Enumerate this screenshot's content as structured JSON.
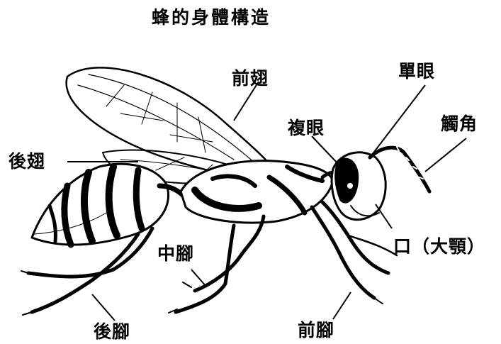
{
  "title": "蜂的身體構造",
  "labels": {
    "forewing": "前翅",
    "hindwing": "後翅",
    "ocellus": "單眼",
    "compound_eye": "複眼",
    "antenna": "觸角",
    "mouth": "口（大顎）",
    "middle_leg": "中腳",
    "hind_leg": "後腳",
    "front_leg": "前腳"
  }
}
